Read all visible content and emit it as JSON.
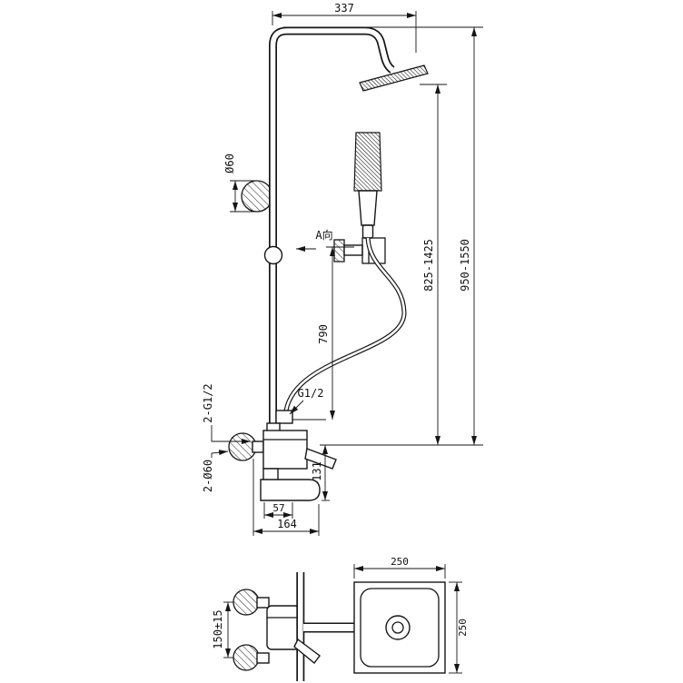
{
  "drawing": {
    "title": "Shower system installation drawing",
    "background": "#ffffff",
    "line_color": "#161616"
  },
  "labels": {
    "dim_top_offset": "337",
    "dim_overall_height": "950-1550",
    "dim_head_height": "825-1425",
    "dim_hose_drop": "790",
    "dim_flange_dia": "Ø60",
    "dim_hose_thread": "G1/2",
    "dim_inlet_thread": "2-G1/2",
    "dim_inlet_flange_dia": "2-Ø60",
    "dim_spout_drop": "131",
    "dim_spout_offset": "57",
    "dim_body_width": "164",
    "dim_inlet_spacing": "150±15",
    "dim_head_width": "250",
    "dim_head_depth": "250",
    "view_marker": "A向"
  }
}
